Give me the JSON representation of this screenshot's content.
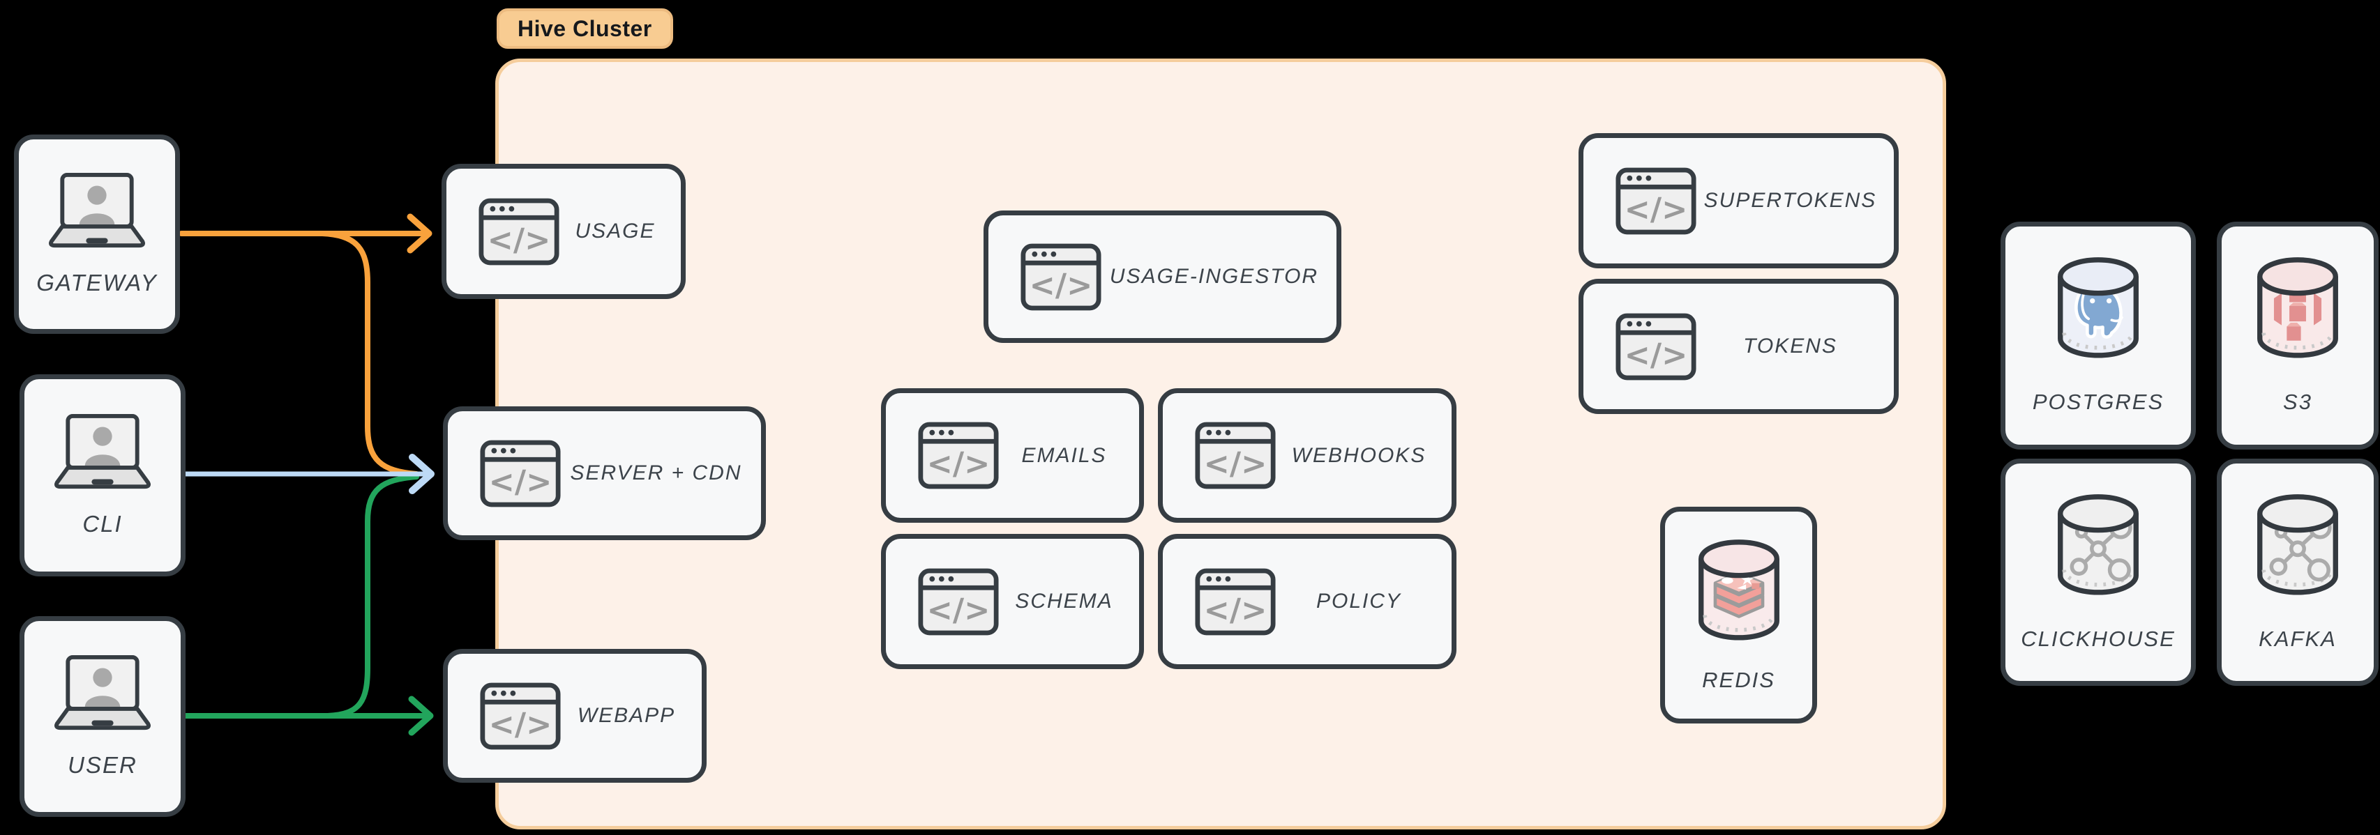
{
  "cluster": {
    "label": "Hive Cluster"
  },
  "icons": {
    "code_glyph": "</>"
  },
  "nodes": {
    "gateway": {
      "label": "GATEWAY"
    },
    "cli": {
      "label": "CLI"
    },
    "user": {
      "label": "USER"
    },
    "usage": {
      "label": "USAGE"
    },
    "server_cdn": {
      "label": "SERVER + CDN"
    },
    "webapp": {
      "label": "WEBAPP"
    },
    "usage_ingestor": {
      "label": "USAGE-INGESTOR"
    },
    "emails": {
      "label": "EMAILS"
    },
    "webhooks": {
      "label": "WEBHOOKS"
    },
    "schema": {
      "label": "SCHEMA"
    },
    "policy": {
      "label": "POLICY"
    },
    "supertokens": {
      "label": "SUPERTOKENS"
    },
    "tokens": {
      "label": "TOKENS"
    },
    "redis": {
      "label": "REDIS"
    },
    "postgres": {
      "label": "POSTGRES"
    },
    "s3": {
      "label": "S3"
    },
    "clickhouse": {
      "label": "CLICKHOUSE"
    },
    "kafka": {
      "label": "KAFKA"
    }
  },
  "edges": [
    {
      "from": "GATEWAY",
      "to": "USAGE",
      "color_name": "orange"
    },
    {
      "from": "GATEWAY",
      "to": "SERVER + CDN",
      "color_name": "orange"
    },
    {
      "from": "CLI",
      "to": "SERVER + CDN",
      "color_name": "blue"
    },
    {
      "from": "USER",
      "to": "SERVER + CDN",
      "color_name": "green"
    },
    {
      "from": "USER",
      "to": "WEBAPP",
      "color_name": "green"
    }
  ],
  "colors": {
    "arrow_orange": "#F9A23C",
    "arrow_blue": "#BDDAF6",
    "arrow_green": "#22A55C",
    "node_border": "#363D43",
    "node_bg": "#F7F8F9",
    "cluster_bg": "#FDF1E8",
    "cluster_border": "#F5CD9C",
    "badge_bg": "#F8CC92",
    "badge_border": "#ECBB80",
    "label_text": "#3C434A"
  }
}
